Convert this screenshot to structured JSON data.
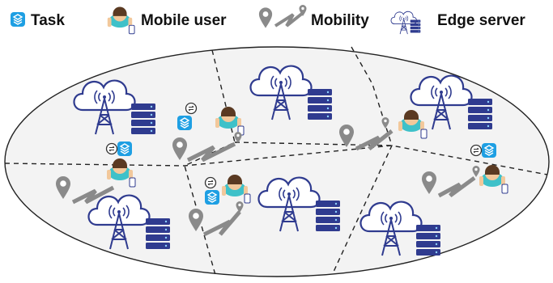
{
  "legend": {
    "task": "Task",
    "mobile_user": "Mobile user",
    "mobility": "Mobility",
    "edge_server": "Edge server"
  },
  "icons": {
    "task": "task-stack-icon",
    "mobile_user": "person-with-phone-icon",
    "mobility": "location-pin-path-icon",
    "edge_server": "cloud-tower-server-icon",
    "offload": "exchange-arrows-icon"
  },
  "colors": {
    "task_blue": "#1e9fe3",
    "server_navy": "#2f3b8f",
    "pin_gray": "#8a8a8a",
    "region_fill": "#f3f3f3"
  }
}
